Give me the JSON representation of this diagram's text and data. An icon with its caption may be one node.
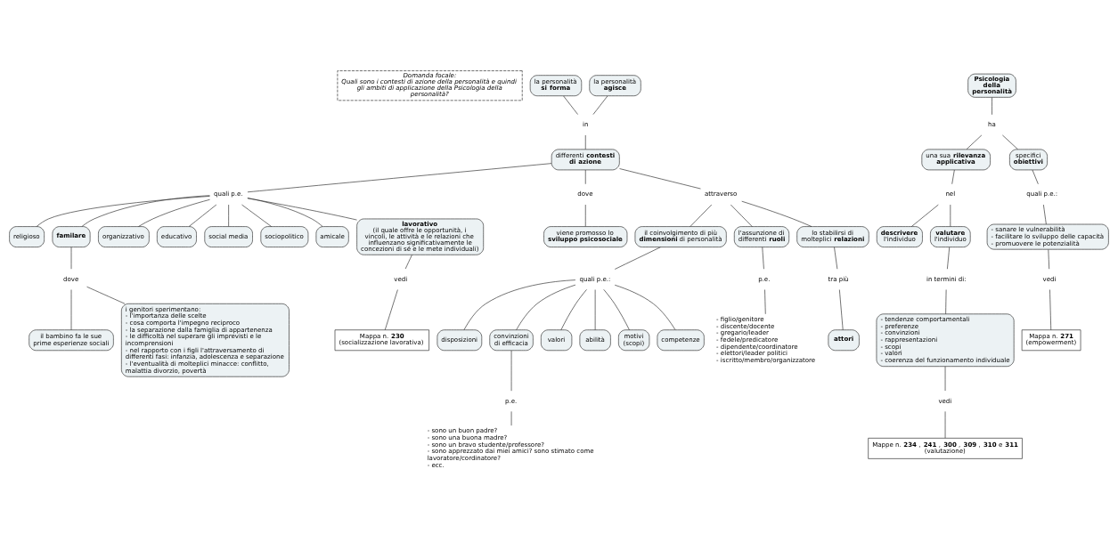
{
  "diagram": {
    "nodes": [
      {
        "text": [
          "Domanda focale:",
          "Quali sono i contesti di azione della personalità e quindi gli ambiti di applicazione della Psicologia della personalità?"
        ]
      },
      {
        "text": [
          "la personalità **si forma**"
        ]
      },
      {
        "text": [
          "la personalità **agisce**"
        ]
      },
      {
        "text": [
          "in"
        ]
      },
      {
        "text": [
          "differenti **contesti di azione**"
        ]
      },
      {
        "text": [
          "Psicologia della personalità"
        ]
      },
      {
        "text": [
          "ha"
        ]
      },
      {
        "text": [
          "una sua **rilevanza applicativa**"
        ]
      },
      {
        "text": [
          "specifici **obiettivi**"
        ]
      },
      {
        "text": [
          "quali p.e."
        ]
      },
      {
        "text": [
          "dove"
        ]
      },
      {
        "text": [
          "attraverso"
        ]
      },
      {
        "text": [
          "religioso"
        ]
      },
      {
        "text": [
          "familare"
        ]
      },
      {
        "text": [
          "organizzativo"
        ]
      },
      {
        "text": [
          "viene promosso lo **sviluppo psicosociale**"
        ]
      },
      {
        "text": [
          "nel"
        ]
      },
      {
        "text": [
          "quali p.e.:"
        ]
      },
      {
        "text": [
          "- sanare le vulnerabilità - facilitare lo sviluppo delle capacità - promuovere le potenzialità"
        ]
      },
      {
        "text": [
          "**descrivere** l'individuo"
        ]
      },
      {
        "text": [
          "dove"
        ]
      },
      {
        "text": [
          "educativo"
        ]
      },
      {
        "text": [
          "social media"
        ]
      },
      {
        "text": [
          "sociopolitico"
        ]
      },
      {
        "text": [
          "il coinvolgimento di più **dimensioni** di personalità"
        ]
      },
      {
        "text": [
          "vedi"
        ]
      },
      {
        "text": [
          "**valutare** l'individuo"
        ]
      },
      {
        "text": [
          "il bambino fa le sue prime esperienze sociali"
        ]
      },
      {
        "text": [
          "Mappa n. **271**",
          "(empowerment)"
        ]
      },
      {
        "text": [
          "amicale"
        ]
      },
      {
        "text": [
          "lavorativo",
          "(il quale offre le opportunità, i vincoli, le attività e le relazioni che influenzano significativamente le concezioni di sé e le mete individuali)"
        ]
      },
      {
        "text": [
          "l'assunzione di differenti **ruoli**"
        ]
      },
      {
        "text": [
          "quali p.e.:"
        ]
      },
      {
        "text": [
          "lo stabilirsi di molteplici **relazioni**"
        ]
      },
      {
        "text": [
          "in termini di:"
        ]
      },
      {
        "text": [
          "i genitori sperimentano: - l'importanza delle scelte - cosa comporta l'impegno reciproco - la separazione dalla famiglia di appartenenza - le difficoltà nel superare gli imprevisti e le incomprensioni - nel rapporto con i figli l'attraversamento di differenti fasi: infanzia, adolescenza e separazione - l'eventualità di molteplici minacce: conflitto, malattia divorzio, povertà"
        ]
      },
      {
        "text": [
          "disposizioni"
        ]
      },
      {
        "text": [
          "p.e."
        ]
      },
      {
        "text": [
          "tra più"
        ]
      },
      {
        "text": [
          "attori"
        ]
      },
      {
        "text": [
          "- tendenze comportamentali - preferenze - convinzioni - rappresentazioni - scopi - valori - coerenza del funzionamento individuale"
        ]
      },
      {
        "text": [
          "vedi"
        ]
      },
      {
        "text": [
          "convinzioni di efficacia"
        ]
      },
      {
        "text": [
          "valori"
        ]
      },
      {
        "text": [
          "- figlio/genitore - discente/docente - gregario/leader - fedele/predicatore - dipendente/coordinatore - elettori/leader politici - iscritto/membro/organizzatore"
        ]
      },
      {
        "text": [
          "Mappa n. **230**",
          "(socializzazione lavorativa)"
        ]
      },
      {
        "text": [
          "p.e."
        ]
      },
      {
        "text": [
          "abilità"
        ]
      },
      {
        "text": [
          "motivi (scopi)"
        ]
      },
      {
        "text": [
          "vedi"
        ]
      },
      {
        "text": [
          "competenze"
        ]
      },
      {
        "text": [
          "Mappe n. **234**, **241**, **300**, **309**, **310** e **311**",
          "(valutazione)"
        ]
      },
      {
        "text": [
          "- sono un buon padre? - sono una buona madre? - sono un bravo studente/professore? - sono apprezzato dai miei amici? sono stimato come lavoratore/cordinatore? - ecc."
        ]
      }
    ],
    "edges": [
      {
        "from": 1,
        "to": 3,
        "arrow": "none"
      },
      {
        "from": 2,
        "to": 3,
        "arrow": "none"
      },
      {
        "from": 3,
        "to": 4,
        "arrow": "none"
      },
      {
        "from": 4,
        "to": 9,
        "arrow": "none"
      },
      {
        "from": 4,
        "to": 10,
        "arrow": "none"
      },
      {
        "from": 4,
        "to": 11,
        "arrow": "none"
      },
      {
        "from": 10,
        "to": 15,
        "arrow": "none"
      },
      {
        "from": 9,
        "to": 13,
        "arrow": "none"
      },
      {
        "from": 9,
        "to": 21,
        "arrow": "none"
      },
      {
        "from": 9,
        "to": 29,
        "arrow": "none"
      },
      {
        "from": 9,
        "to": 22,
        "arrow": "none"
      },
      {
        "from": 9,
        "to": 30,
        "arrow": "none"
      },
      {
        "from": 9,
        "to": 23,
        "arrow": "none"
      },
      {
        "from": 9,
        "to": 14,
        "arrow": "none"
      },
      {
        "from": 9,
        "to": 12,
        "arrow": "none"
      },
      {
        "from": 13,
        "to": 20,
        "arrow": "none"
      },
      {
        "from": 20,
        "to": 27,
        "arrow": "none"
      },
      {
        "from": 20,
        "to": 35,
        "arrow": "none"
      },
      {
        "from": 30,
        "to": 41,
        "arrow": "none"
      },
      {
        "from": 41,
        "to": 45,
        "arrow": "none"
      },
      {
        "from": 11,
        "to": 31,
        "arrow": "none"
      },
      {
        "from": 11,
        "to": 24,
        "arrow": "none"
      },
      {
        "from": 11,
        "to": 33,
        "arrow": "none"
      },
      {
        "from": 24,
        "to": 32,
        "arrow": "none"
      },
      {
        "from": 32,
        "to": 36,
        "arrow": "none"
      },
      {
        "from": 32,
        "to": 42,
        "arrow": "none"
      },
      {
        "from": 32,
        "to": 43,
        "arrow": "none"
      },
      {
        "from": 32,
        "to": 47,
        "arrow": "none"
      },
      {
        "from": 32,
        "to": 48,
        "arrow": "none"
      },
      {
        "from": 32,
        "to": 50,
        "arrow": "none"
      },
      {
        "from": 31,
        "to": 37,
        "arrow": "none"
      },
      {
        "from": 37,
        "to": 44,
        "arrow": "none"
      },
      {
        "from": 42,
        "to": 46,
        "arrow": "none"
      },
      {
        "from": 46,
        "to": 52,
        "arrow": "none"
      },
      {
        "from": 33,
        "to": 38,
        "arrow": "none"
      },
      {
        "from": 38,
        "to": 39,
        "arrow": "none"
      },
      {
        "from": 5,
        "to": 6,
        "arrow": "none"
      },
      {
        "from": 6,
        "to": 7,
        "arrow": "none"
      },
      {
        "from": 6,
        "to": 8,
        "arrow": "none"
      },
      {
        "from": 7,
        "to": 16,
        "arrow": "none"
      },
      {
        "from": 16,
        "to": 19,
        "arrow": "none"
      },
      {
        "from": 16,
        "to": 26,
        "arrow": "none"
      },
      {
        "from": 8,
        "to": 17,
        "arrow": "none"
      },
      {
        "from": 17,
        "to": 18,
        "arrow": "none"
      },
      {
        "from": 18,
        "to": 25,
        "arrow": "none"
      },
      {
        "from": 25,
        "to": 28,
        "arrow": "none"
      },
      {
        "from": 26,
        "to": 34,
        "arrow": "none"
      },
      {
        "from": 34,
        "to": 40,
        "arrow": "none"
      },
      {
        "from": 40,
        "to": 49,
        "arrow": "none"
      },
      {
        "from": 49,
        "to": 51,
        "arrow": "none"
      }
    ]
  }
}
